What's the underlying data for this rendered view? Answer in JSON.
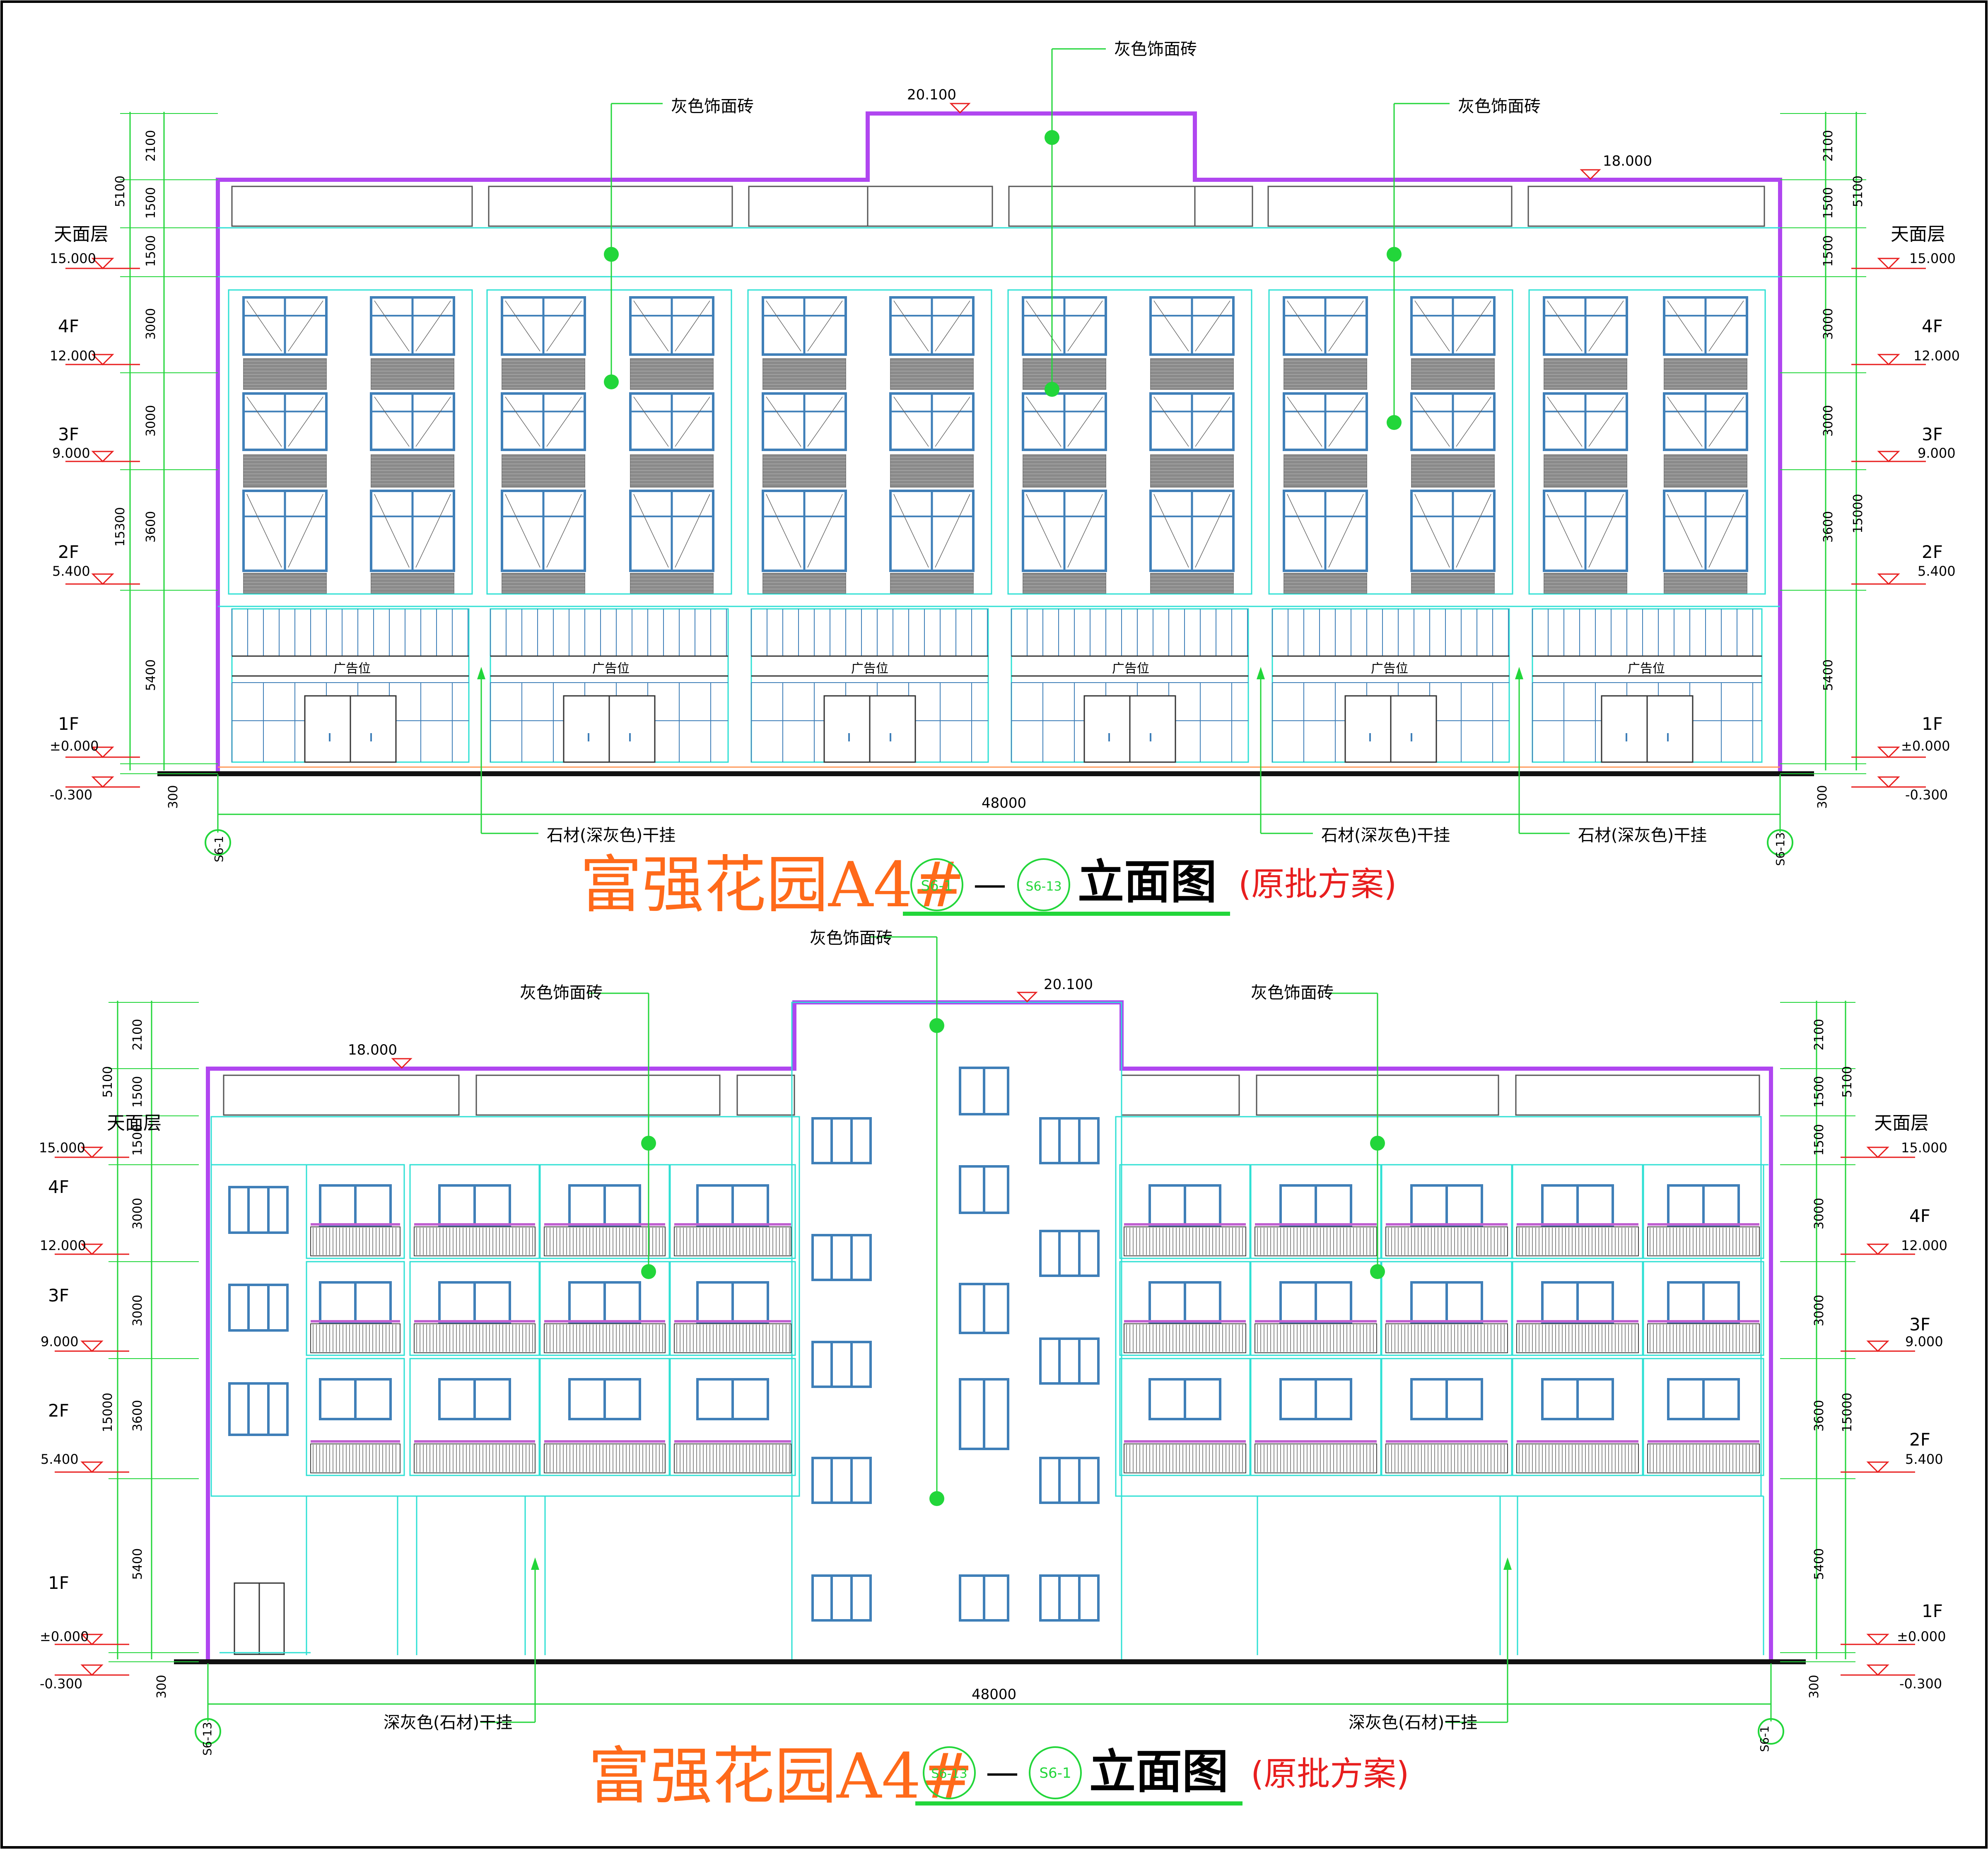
{
  "colors": {
    "outline": "#b046f0",
    "dimension": "#22d63a",
    "facade": "#2fe0d4",
    "window": "#3f7fb8",
    "shutter": "#7a7a7a",
    "title_orange": "#ff6a1a",
    "title_red": "#e81e1e",
    "ground": "#111111"
  },
  "top": {
    "title": "富强花园A4#",
    "axis_from": "S6-1",
    "dash": "—",
    "axis_to": "S6-13",
    "title_suffix": "立面图",
    "note": "(原批方案)",
    "callout_center": "灰色饰面砖",
    "callout_left": "灰色饰面砖",
    "callout_right": "灰色饰面砖",
    "stone_1": "石材(深灰色)干挂",
    "stone_2": "石材(深灰色)干挂",
    "stone_3": "石材(深灰色)干挂",
    "elev_roof_top": "20.100",
    "elev_parapet": "18.000",
    "ad_label": "广告位",
    "total_width": "48000",
    "axis_left": "S6-1",
    "axis_right": "S6-13",
    "left_levels": [
      {
        "name": "天面层",
        "elev": "15.000"
      },
      {
        "name": "4F",
        "elev": "12.000"
      },
      {
        "name": "3F",
        "elev": "9.000"
      },
      {
        "name": "2F",
        "elev": "5.400"
      },
      {
        "name": "1F",
        "elev": "±0.000"
      }
    ],
    "below_ground": "-0.300",
    "dims_inner": [
      "2100",
      "1500",
      "1500",
      "3000",
      "3000",
      "3600",
      "5400"
    ],
    "dim_total_left": "15300",
    "dim_5100": "5100",
    "dim_300": "300",
    "dim_total_right": "15000"
  },
  "bottom": {
    "title": "富强花园A4#",
    "axis_from": "S6-13",
    "dash": "—",
    "axis_to": "S6-1",
    "title_suffix": "立面图",
    "note": "(原批方案)",
    "callout_center": "灰色饰面砖",
    "callout_left": "灰色饰面砖",
    "callout_right": "灰色饰面砖",
    "stone_1": "深灰色(石材)干挂",
    "stone_2": "深灰色(石材)干挂",
    "elev_roof_top": "20.100",
    "elev_parapet": "18.000",
    "total_width": "48000",
    "axis_left": "S6-13",
    "axis_right": "S6-1",
    "levels": [
      {
        "name": "天面层",
        "elev": "15.000"
      },
      {
        "name": "4F",
        "elev": "12.000"
      },
      {
        "name": "3F",
        "elev": "9.000"
      },
      {
        "name": "2F",
        "elev": "5.400"
      },
      {
        "name": "1F",
        "elev": "±0.000"
      }
    ],
    "below_ground": "-0.300",
    "dims_inner": [
      "2100",
      "1500",
      "1500",
      "3000",
      "3000",
      "3600",
      "5400"
    ],
    "dim_total": "15000",
    "dim_5100": "5100",
    "dim_300": "300"
  }
}
